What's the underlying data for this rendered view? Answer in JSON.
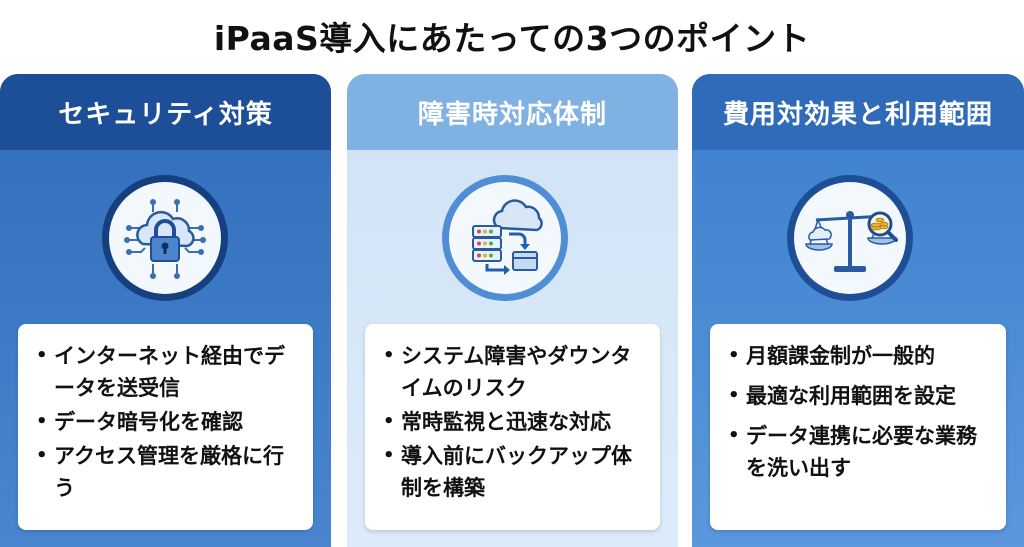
{
  "title": "iPaaS導入にあたっての3つのポイント",
  "panels": [
    {
      "heading": "セキュリティ対策",
      "icon": "cloud-lock-icon",
      "items": [
        "インターネット経由でデータを送受信",
        "データ暗号化を確認",
        "アクセス管理を厳格に行う"
      ]
    },
    {
      "heading": "障害時対応体制",
      "icon": "server-backup-icon",
      "items": [
        "システム障害やダウンタイムのリスク",
        "常時監視と迅速な対応",
        "導入前にバックアップ体制を構築"
      ]
    },
    {
      "heading": "費用対効果と利用範囲",
      "icon": "balance-scale-icon",
      "items": [
        "月額課金制が一般的",
        "最適な利用範囲を設定",
        "データ連携に必要な業務を洗い出す"
      ]
    }
  ],
  "colors": {
    "panel1": "#2f6dbb",
    "panel2": "#cfe3f6",
    "panel3": "#3b7fcd",
    "header1": "#1d4f98",
    "header2": "#7fb1e2",
    "header3": "#2f6bb8"
  }
}
